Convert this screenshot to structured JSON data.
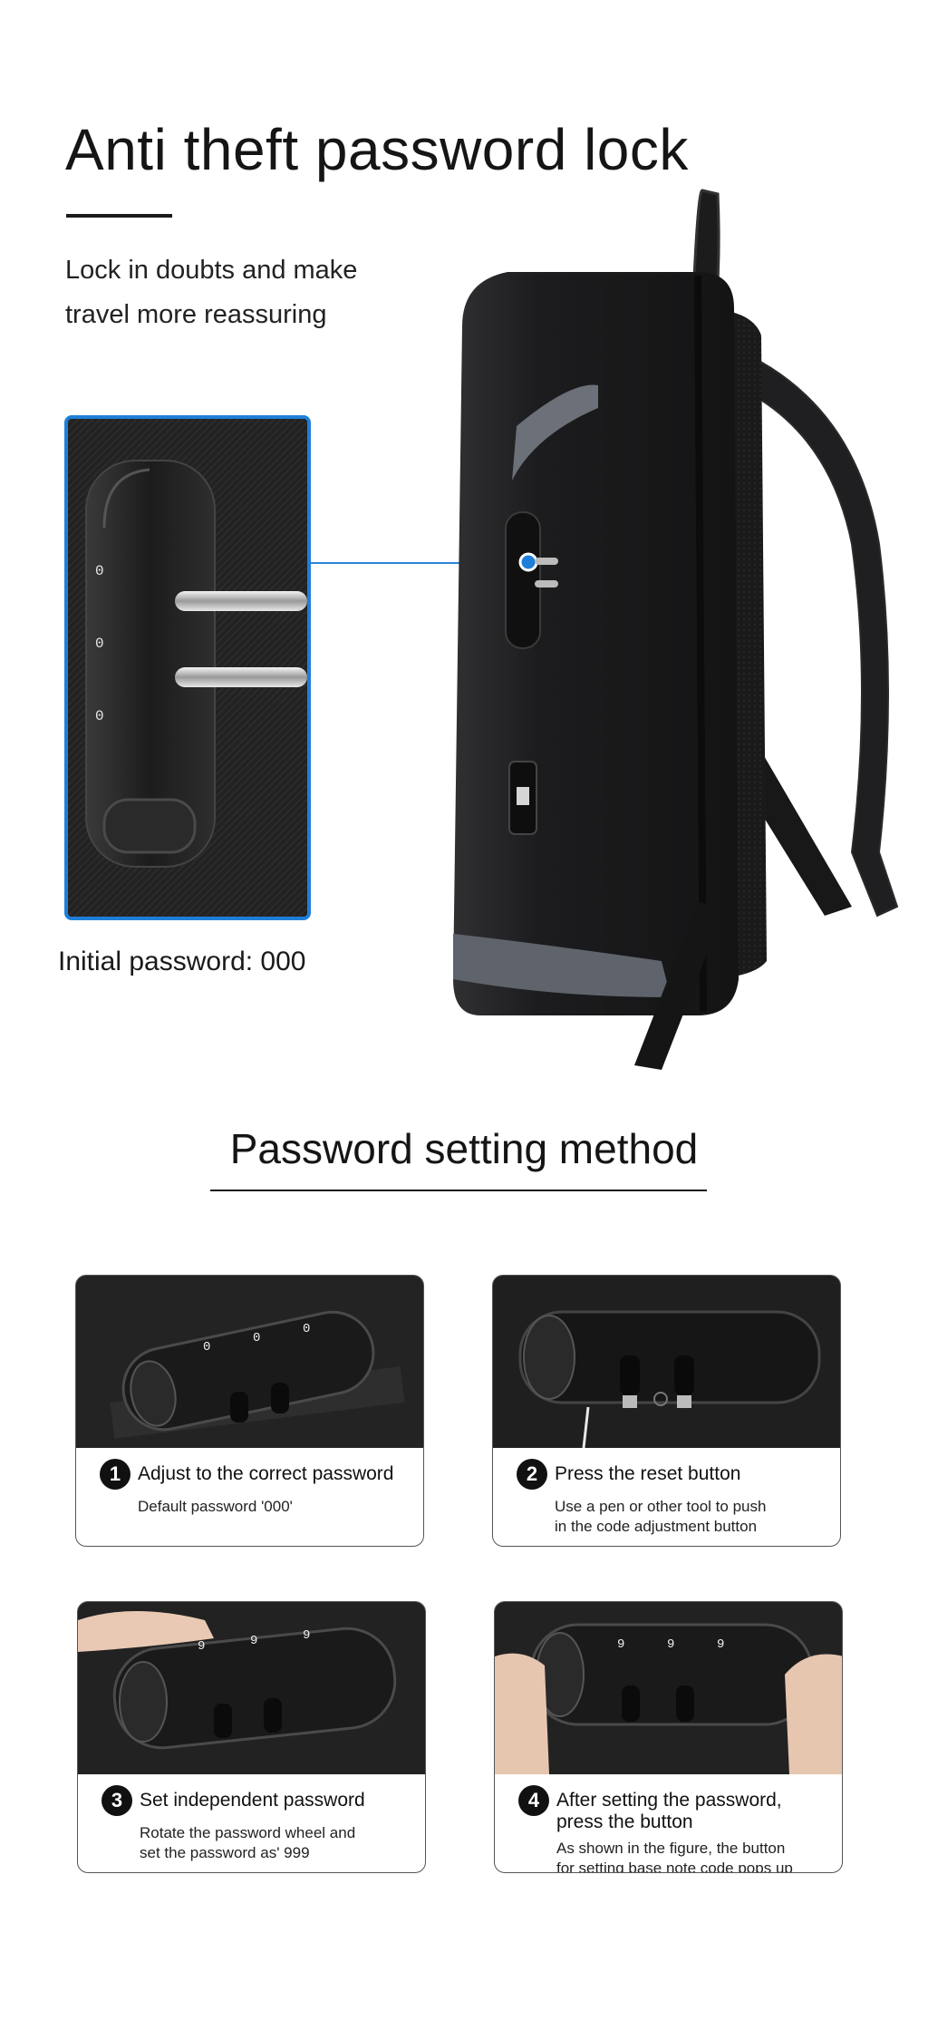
{
  "hero": {
    "title": "Anti theft password lock",
    "subtitle_line1": "Lock in doubts and make",
    "subtitle_line2": "travel more reassuring",
    "initial_password": "Initial password: 000",
    "lock_dial_digits": [
      "0",
      "0",
      "0"
    ]
  },
  "section": {
    "title": "Password setting method"
  },
  "steps": [
    {
      "number": "1",
      "title": "Adjust to the correct password",
      "desc_line1": "Default password '000'",
      "desc_line2": "",
      "dial_digits": [
        "0",
        "0",
        "0"
      ]
    },
    {
      "number": "2",
      "title": "Press the reset button",
      "desc_line1": "Use a pen or other tool to push",
      "desc_line2": "in the code adjustment button",
      "dial_digits": [
        "",
        "",
        ""
      ]
    },
    {
      "number": "3",
      "title": "Set independent password",
      "desc_line1": "Rotate the password wheel and",
      "desc_line2": "set the password as' 999",
      "dial_digits": [
        "9",
        "9",
        "9"
      ]
    },
    {
      "number": "4",
      "title": "After setting the password,\npress the button",
      "title_line1": "After setting the password,",
      "title_line2": "press the button",
      "desc_line1": "As shown in the figure, the button",
      "desc_line2": "for setting base note code pops up",
      "dial_digits": [
        "9",
        "9",
        "9"
      ]
    }
  ],
  "colors": {
    "accent_blue": "#1f7fd8",
    "backpack_black": "#1c1c1e",
    "backpack_gray": "#6b7079",
    "text": "#151515"
  }
}
